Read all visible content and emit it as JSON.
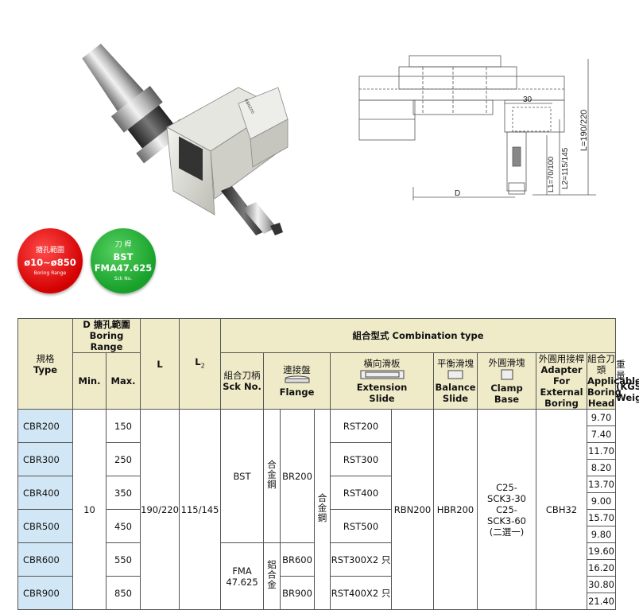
{
  "badges": {
    "range": {
      "top": "搪孔範圍",
      "main": "ø10~ø850",
      "bottom": "Boring Range",
      "color": "#e00000"
    },
    "sck": {
      "top": "刀  桿",
      "main1": "BST",
      "main2": "FMA47.625",
      "bottom": "Sck No.",
      "color": "#1ea832"
    }
  },
  "drawing": {
    "dim_30": "30",
    "dim_D": "D",
    "dim_L": "L=190/220",
    "dim_L2": "L2=115/145",
    "dim_L1": "L1=70/100",
    "photo_mark": "RBN200"
  },
  "header": {
    "type_zh": "規格",
    "type_en": "Type",
    "boring_zh": "D 搪孔範圍",
    "boring_en": "Boring Range",
    "min": "Min.",
    "max": "Max.",
    "L": "L",
    "L2": "L",
    "combination": "組合型式 Combination type",
    "sck_zh": "組合刀柄",
    "sck_en": "Sck No.",
    "flange_zh": "連接盤",
    "flange_en": "Flange",
    "ext_zh": "橫向滑板",
    "ext_en1": "Extension",
    "ext_en2": "Slide",
    "bal_zh": "平衡滑塊",
    "bal_en1": "Balance",
    "bal_en2": "Slide",
    "clamp_zh": "外圓滑塊",
    "clamp_en1": "Clamp",
    "clamp_en2": "Base",
    "adapter_zh": "外圓用接桿",
    "adapter_en1": "Adapter For",
    "adapter_en2": "External",
    "adapter_en3": "Boring",
    "head_zh": "組合刀頭",
    "head_en1": "Applicable",
    "head_en2": "Boring",
    "head_en3": "Head",
    "weight_zh": "重量",
    "weight_en1": "(KGS)",
    "weight_en2": "Weight"
  },
  "rows": [
    {
      "type": "CBR200",
      "max": "150",
      "ext": "RST200",
      "w1": "9.70",
      "w2": "7.40"
    },
    {
      "type": "CBR300",
      "max": "250",
      "ext": "RST300",
      "w1": "11.70",
      "w2": "8.20"
    },
    {
      "type": "CBR400",
      "max": "350",
      "ext": "RST400",
      "w1": "13.70",
      "w2": "9.00"
    },
    {
      "type": "CBR500",
      "max": "450",
      "ext": "RST500",
      "w1": "15.70",
      "w2": "9.80"
    },
    {
      "type": "CBR600",
      "max": "550",
      "ext": "RST300X2 只",
      "w1": "19.60",
      "w2": "16.20"
    },
    {
      "type": "CBR900",
      "max": "850",
      "ext": "RST400X2 只",
      "w1": "30.80",
      "w2": "21.40"
    }
  ],
  "common": {
    "min": "10",
    "L": "190/220",
    "L2": "115/145",
    "sck1": "BST",
    "sck1_mat": "合金鋼",
    "sck2a": "FMA",
    "sck2b": "47.625",
    "sck2_mat": "鋁合金",
    "flange1": "BR200",
    "flange2": "BR600",
    "flange3": "BR900",
    "ext_mat": "合金鋼",
    "balance": "RBN200",
    "clamp": "HBR200",
    "adapter1": "C25-",
    "adapter2": "SCK3-30",
    "adapter3": "C25-",
    "adapter4": "SCK3-60",
    "adapter5": "(二選一)",
    "head": "CBH32"
  }
}
